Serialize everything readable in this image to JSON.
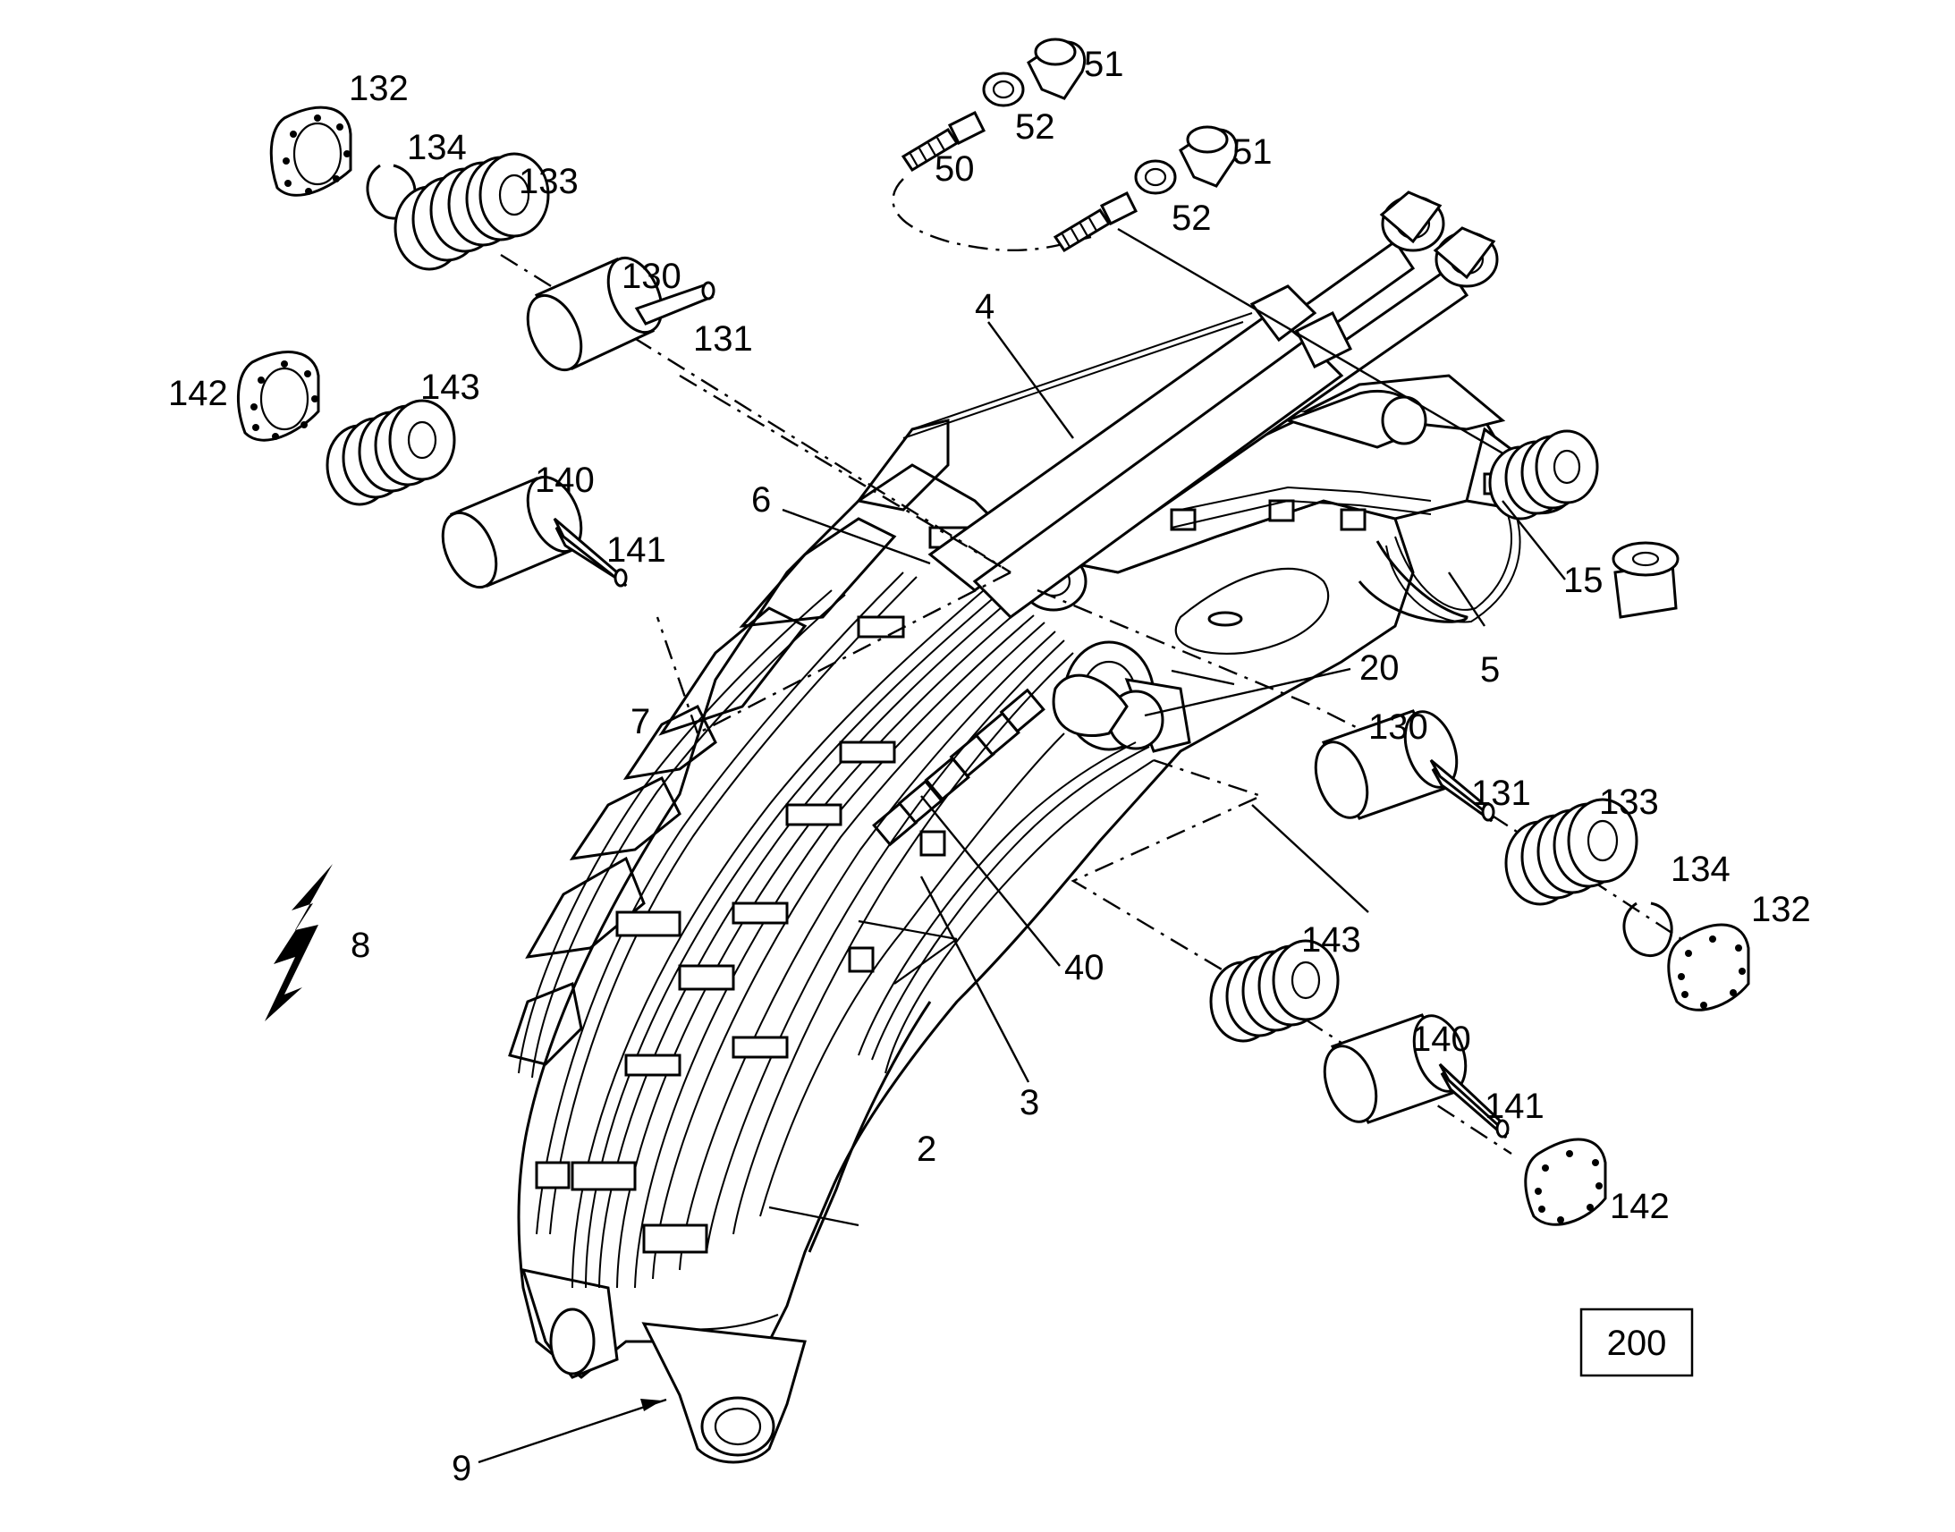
{
  "diagram": {
    "page_code": "200",
    "callouts": {
      "c2": "2",
      "c3": "3",
      "c4": "4",
      "c5": "5",
      "c6": "6",
      "c7": "7",
      "c8": "8",
      "c9": "9",
      "c15": "15",
      "c20": "20",
      "c40": "40",
      "c50": "50",
      "c51a": "51",
      "c51b": "51",
      "c52a": "52",
      "c52b": "52",
      "c130a": "130",
      "c131a": "131",
      "c132a": "132",
      "c133a": "133",
      "c134a": "134",
      "c140a": "140",
      "c141a": "141",
      "c142a": "142",
      "c143a": "143",
      "c130b": "130",
      "c131b": "131",
      "c132b": "132",
      "c133b": "133",
      "c134b": "134",
      "c140b": "140",
      "c141b": "141",
      "c142b": "142",
      "c143b": "143"
    },
    "icons": {
      "electrical": "lightning-bolt-icon"
    }
  }
}
